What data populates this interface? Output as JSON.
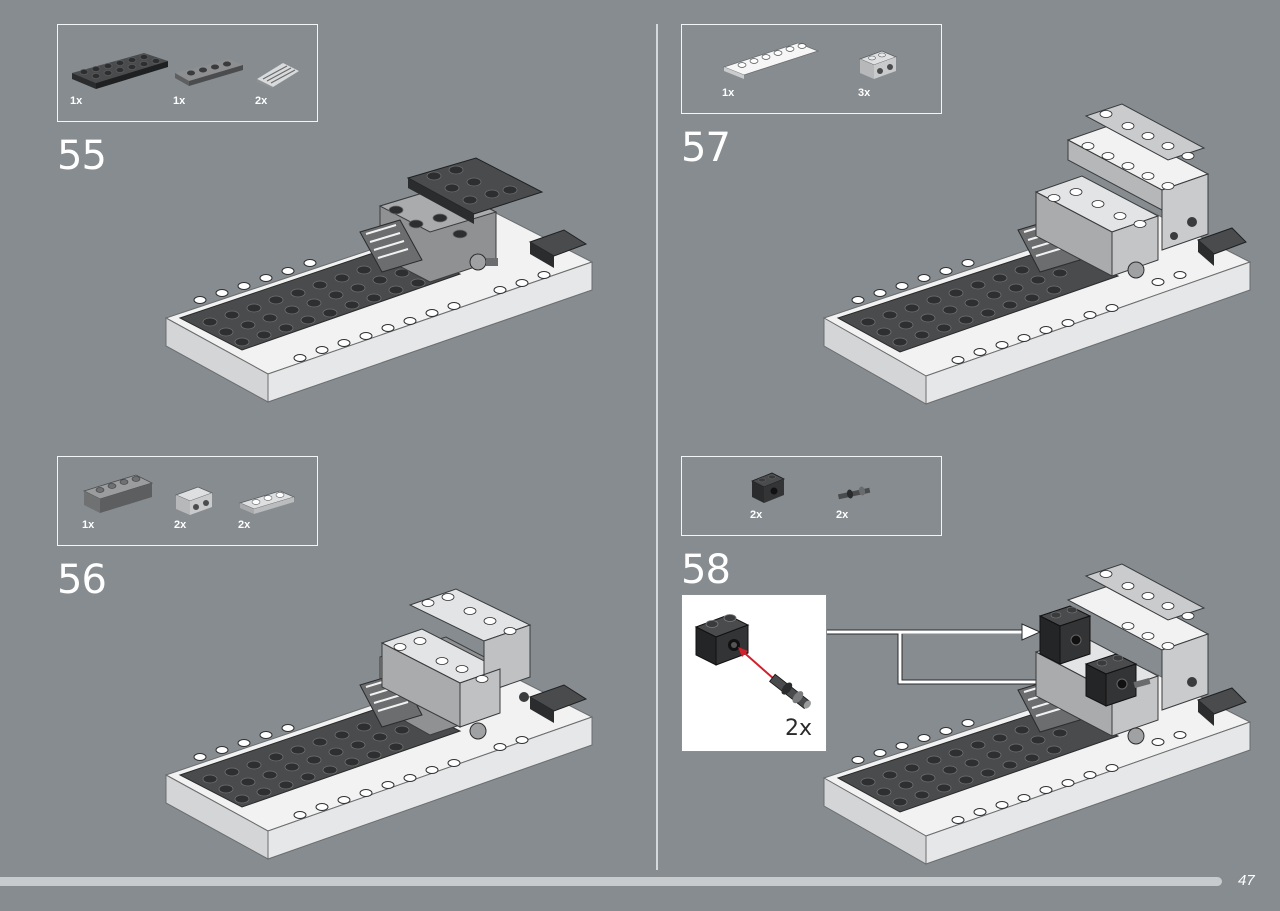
{
  "page": {
    "number": "47"
  },
  "steps": [
    {
      "number": "55",
      "parts": [
        {
          "name": "dark-plate-2x6",
          "qty": "1x"
        },
        {
          "name": "grey-plate-1x4",
          "qty": "1x"
        },
        {
          "name": "grille-slope",
          "qty": "2x"
        }
      ]
    },
    {
      "number": "56",
      "parts": [
        {
          "name": "grey-brick-1x4",
          "qty": "1x"
        },
        {
          "name": "light-grey-technic-brick",
          "qty": "2x"
        },
        {
          "name": "light-grey-plate-1x3",
          "qty": "2x"
        }
      ]
    },
    {
      "number": "57",
      "parts": [
        {
          "name": "white-plate-1x6",
          "qty": "1x"
        },
        {
          "name": "light-grey-technic-brick-1x2",
          "qty": "3x"
        }
      ]
    },
    {
      "number": "58",
      "parts": [
        {
          "name": "black-technic-brick-1x2",
          "qty": "2x"
        },
        {
          "name": "technic-pin",
          "qty": "2x"
        }
      ],
      "callout_qty": "2x"
    }
  ],
  "colors": {
    "background": "#868c90",
    "frame": "#f4f5f6",
    "dark_brick": "#3a3b3c",
    "white_brick": "#f2f2f2",
    "mid_grey_brick": "#9a9c9d",
    "arrow_red": "#d21f2b"
  }
}
